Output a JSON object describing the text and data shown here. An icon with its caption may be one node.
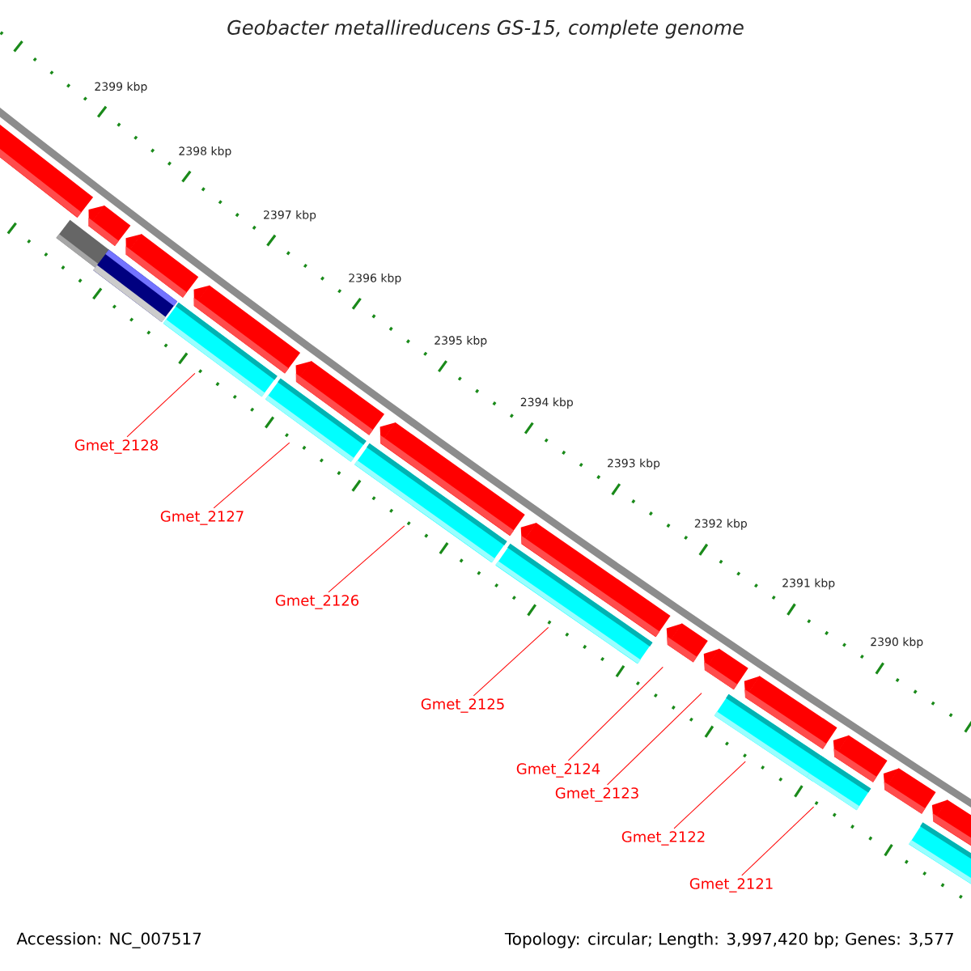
{
  "diagram": {
    "title": "Geobacter metallireducens GS-15, complete genome",
    "nodes": [
      {
        "text": [
          "Gmet_2128"
        ]
      },
      {
        "text": [
          "Gmet_2127"
        ]
      },
      {
        "text": [
          "Gmet_2126"
        ]
      },
      {
        "text": [
          "Gmet_2125"
        ]
      },
      {
        "text": [
          "Gmet_2124"
        ]
      },
      {
        "text": [
          "Gmet_2123"
        ]
      },
      {
        "text": [
          "Gmet_2122"
        ]
      },
      {
        "text": [
          "Gmet_2121"
        ]
      },
      {
        "text": [],
        "shape": "bar"
      },
      {
        "text": [],
        "shape": "bar"
      },
      {
        "text": [],
        "shape": "bar"
      },
      {
        "text": [],
        "shape": "bar"
      },
      {
        "text": [],
        "shape": "bar"
      },
      {
        "text": [],
        "shape": "bar"
      },
      {
        "text": [],
        "shape": "bar"
      },
      {
        "text": [],
        "shape": "bar"
      },
      {
        "text": [],
        "shape": "bar"
      },
      {
        "text": [],
        "shape": "bar"
      },
      {
        "text": [],
        "shape": "bar"
      },
      {
        "text": [],
        "shape": "bar"
      },
      {
        "text": [],
        "shape": "bar"
      },
      {
        "text": [],
        "shape": "bar"
      },
      {
        "text": [],
        "shape": "bar"
      },
      {
        "text": [],
        "shape": "bar"
      },
      {
        "text": [],
        "shape": "bar"
      },
      {
        "text": [],
        "shape": "bar"
      },
      {
        "text": [],
        "shape": "bar"
      },
      {
        "text": [],
        "shape": "bar"
      },
      {
        "text": [],
        "shape": "bar"
      },
      {
        "text": [],
        "shape": "bar"
      }
    ],
    "edges": [
      {
        "from": 0,
        "to": 13,
        "arrow": "none"
      },
      {
        "from": 1,
        "to": 15,
        "arrow": "none"
      },
      {
        "from": 2,
        "to": 17,
        "arrow": "none"
      },
      {
        "from": 3,
        "to": 19,
        "arrow": "none"
      },
      {
        "from": 4,
        "to": 21,
        "arrow": "none"
      },
      {
        "from": 5,
        "to": 22,
        "arrow": "none"
      },
      {
        "from": 6,
        "to": 23,
        "arrow": "none"
      },
      {
        "from": 7,
        "to": 25,
        "arrow": "none"
      }
    ],
    "labels": [
      "2399 kbp",
      "2398 kbp",
      "2397 kbp",
      "2396 kbp",
      "2395 kbp",
      "2394 kbp",
      "2393 kbp",
      "2392 kbp",
      "2391 kbp",
      "2390 kbp",
      "Accession: NC_007517",
      "Topology: circular; Length: 3,997,420 bp; Genes: 3,577"
    ]
  }
}
